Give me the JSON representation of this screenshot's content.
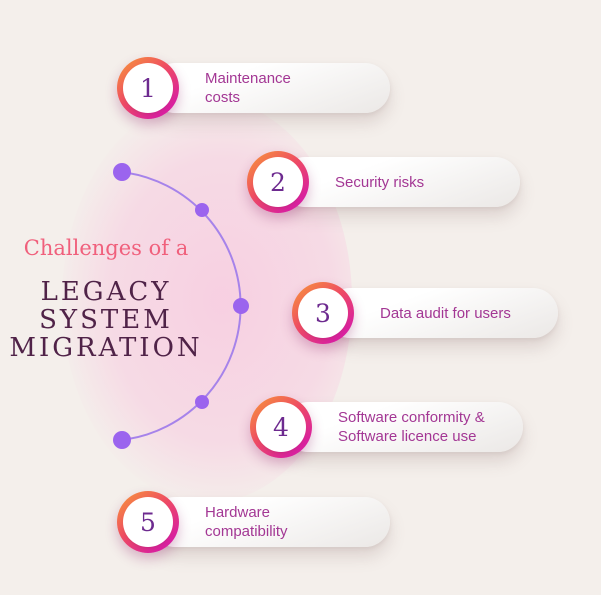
{
  "title": {
    "eyebrow": "Challenges of a",
    "line1": "LEGACY",
    "line2": "SYSTEM",
    "line3": "MIGRATION"
  },
  "items": [
    {
      "number": "1",
      "label": "Maintenance costs"
    },
    {
      "number": "2",
      "label": "Security risks"
    },
    {
      "number": "3",
      "label": "Data audit for users"
    },
    {
      "number": "4",
      "label": "Software conformity & Software licence use"
    },
    {
      "number": "5",
      "label": "Hardware compatibility"
    }
  ],
  "colors": {
    "background": "#f4efeb",
    "blob_pink": "#f8cae0",
    "badge_gradient_start": "#f7923c",
    "badge_gradient_mid": "#ee4b63",
    "badge_gradient_end": "#d9219e",
    "number_color": "#6d2a8f",
    "label_color": "#a33794",
    "eyebrow_color": "#f0607c",
    "title_color": "#502348",
    "arc_color": "#a683ea",
    "dot_color": "#9b64ee"
  }
}
